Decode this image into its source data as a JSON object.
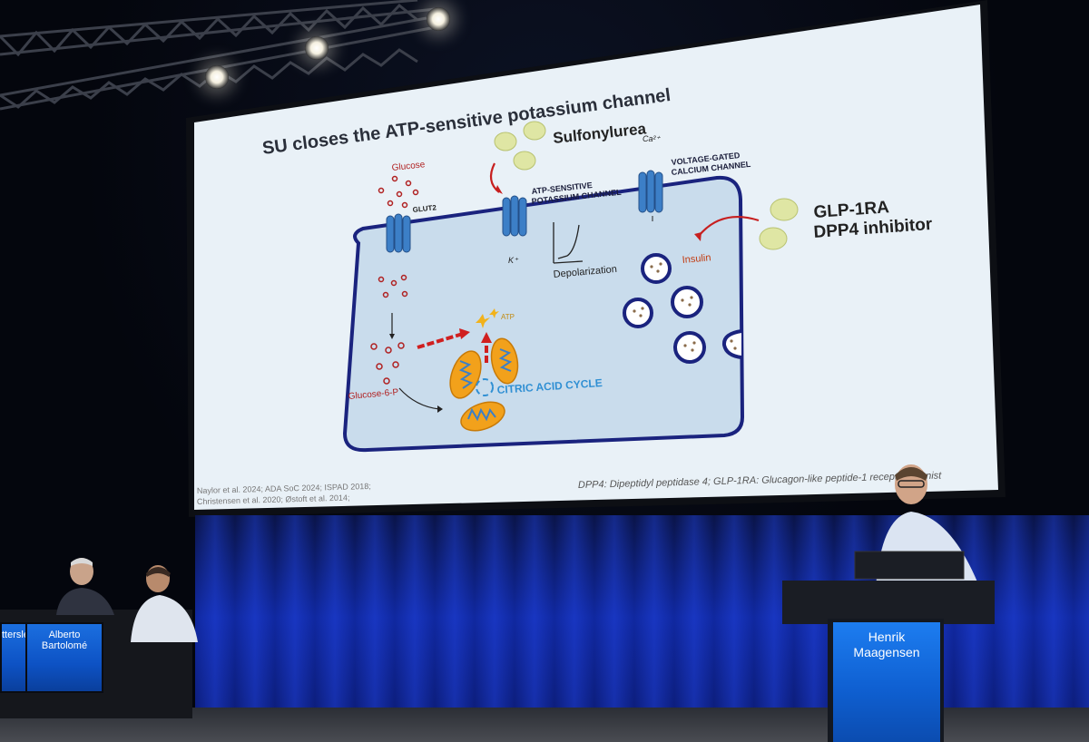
{
  "slide": {
    "title": "SU closes the ATP-sensitive potassium channel",
    "labels": {
      "glucose": "Glucose",
      "glut2": "GLUT2",
      "sulfonylurea": "Sulfonylurea",
      "katp_line1": "ATP-SENSITIVE",
      "katp_line2": "POTASSIUM CHANNEL",
      "ca_line1": "VOLTAGE-GATED",
      "ca_line2": "CALCIUM CHANNEL",
      "ca_ions": "Ca²⁺",
      "k_ions": "K⁺",
      "depolarization": "Depolarization",
      "insulin": "Insulin",
      "glp1ra": "GLP-1RA",
      "dpp4": "DPP4 inhibitor",
      "atp": "ATP",
      "citric": "CITRIC ACID CYCLE",
      "g6p": "Glucose-6-P"
    },
    "refs_line1": "Naylor et al. 2024; ADA SoC 2024; ISPAD 2018;",
    "refs_line2": "Christensen et al. 2020; Østoft et al. 2014;",
    "footnote": "DPP4: Dipeptidyl peptidase 4; GLP-1RA: Glucagon-like peptide-1 receptor agonist",
    "colors": {
      "background": "#e8f0f6",
      "cell_fill": "#cfe0ee",
      "cell_border": "#1a237e",
      "channel": "#3a78c2",
      "pill": "#dfe6a4",
      "red_arrow": "#d01f1f",
      "mito": "#f2a11b",
      "cycle_text": "#2f8fd3"
    }
  },
  "stage": {
    "nameplate_left_partial": "ttersley",
    "nameplate_middle": "Alberto Bartolomé",
    "podium_first": "Henrik",
    "podium_last": "Maagensen"
  }
}
